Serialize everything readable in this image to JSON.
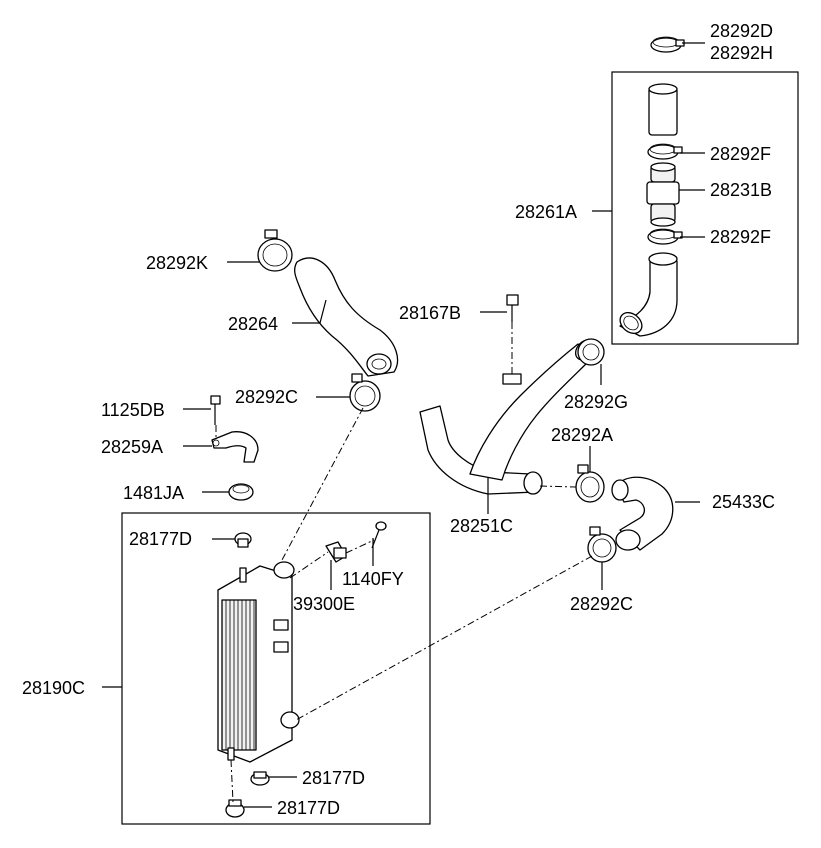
{
  "labels": {
    "p28292D": "28292D",
    "p28292H": "28292H",
    "p28292F_a": "28292F",
    "p28231B": "28231B",
    "p28292F_b": "28292F",
    "p28261A": "28261A",
    "p28292K": "28292K",
    "p28264": "28264",
    "p28167B": "28167B",
    "p28292C_a": "28292C",
    "p1125DB": "1125DB",
    "p28292G": "28292G",
    "p28259A": "28259A",
    "p28292A": "28292A",
    "p1481JA": "1481JA",
    "p25433C": "25433C",
    "p28251C": "28251C",
    "p28177D_a": "28177D",
    "p1140FY": "1140FY",
    "p39300E": "39300E",
    "p28292C_b": "28292C",
    "p28190C": "28190C",
    "p28177D_b": "28177D",
    "p28177D_c": "28177D"
  }
}
